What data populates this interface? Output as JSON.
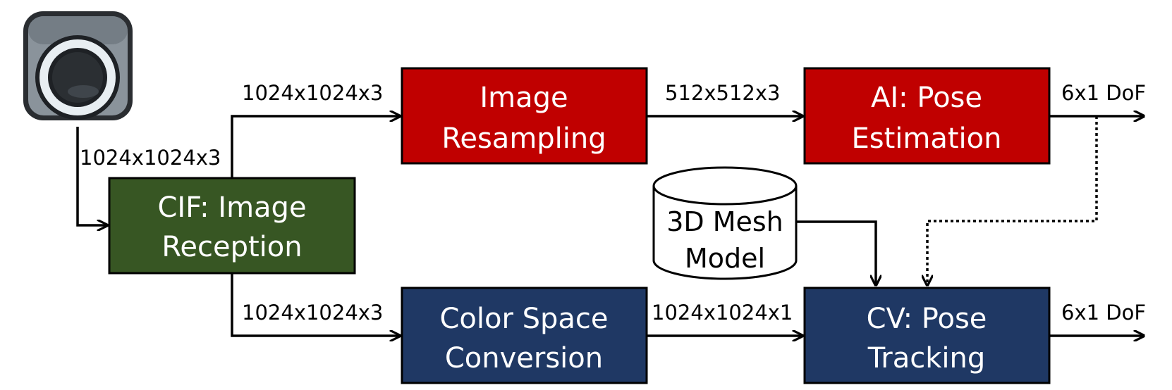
{
  "blocks": {
    "cif": {
      "line1": "CIF: Image",
      "line2": "Reception",
      "color": "#375623"
    },
    "resampling": {
      "line1": "Image",
      "line2": "Resampling",
      "color": "#C00000"
    },
    "pose_estimation": {
      "line1": "AI: Pose",
      "line2": "Estimation",
      "color": "#C00000"
    },
    "color_conversion": {
      "line1": "Color Space",
      "line2": "Conversion",
      "color": "#1F3864"
    },
    "pose_tracking": {
      "line1": "CV: Pose",
      "line2": "Tracking",
      "color": "#1F3864"
    }
  },
  "database": {
    "line1": "3D Mesh",
    "line2": "Model"
  },
  "edge_labels": {
    "camera_to_cif": "1024x1024x3",
    "cif_to_resampling": "1024x1024x3",
    "resampling_to_estimation": "512x512x3",
    "estimation_output": "6x1 DoF",
    "cif_to_conversion": "1024x1024x3",
    "conversion_to_tracking": "1024x1024x1",
    "tracking_output": "6x1 DoF"
  },
  "icons": {
    "camera": "camera-icon"
  }
}
